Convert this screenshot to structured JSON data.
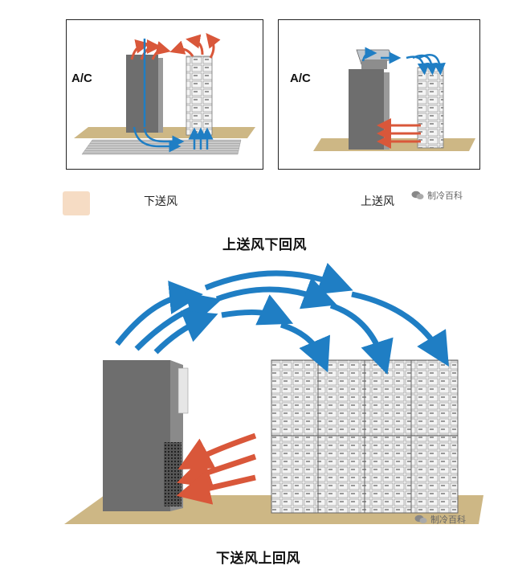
{
  "top_left": {
    "ac_label": "A/C",
    "caption": "下送风"
  },
  "top_right": {
    "ac_label": "A/C",
    "caption": "上送风"
  },
  "section1_title": "上送风下回风",
  "section2_title": "下送风上回风",
  "watermark": {
    "text": "制冷百科"
  },
  "colors": {
    "supply_air": "#1f7ec4",
    "return_air": "#d9573a",
    "floor": "#cdb785",
    "cabinet": "#6e6e6e",
    "frame": "#222222"
  }
}
